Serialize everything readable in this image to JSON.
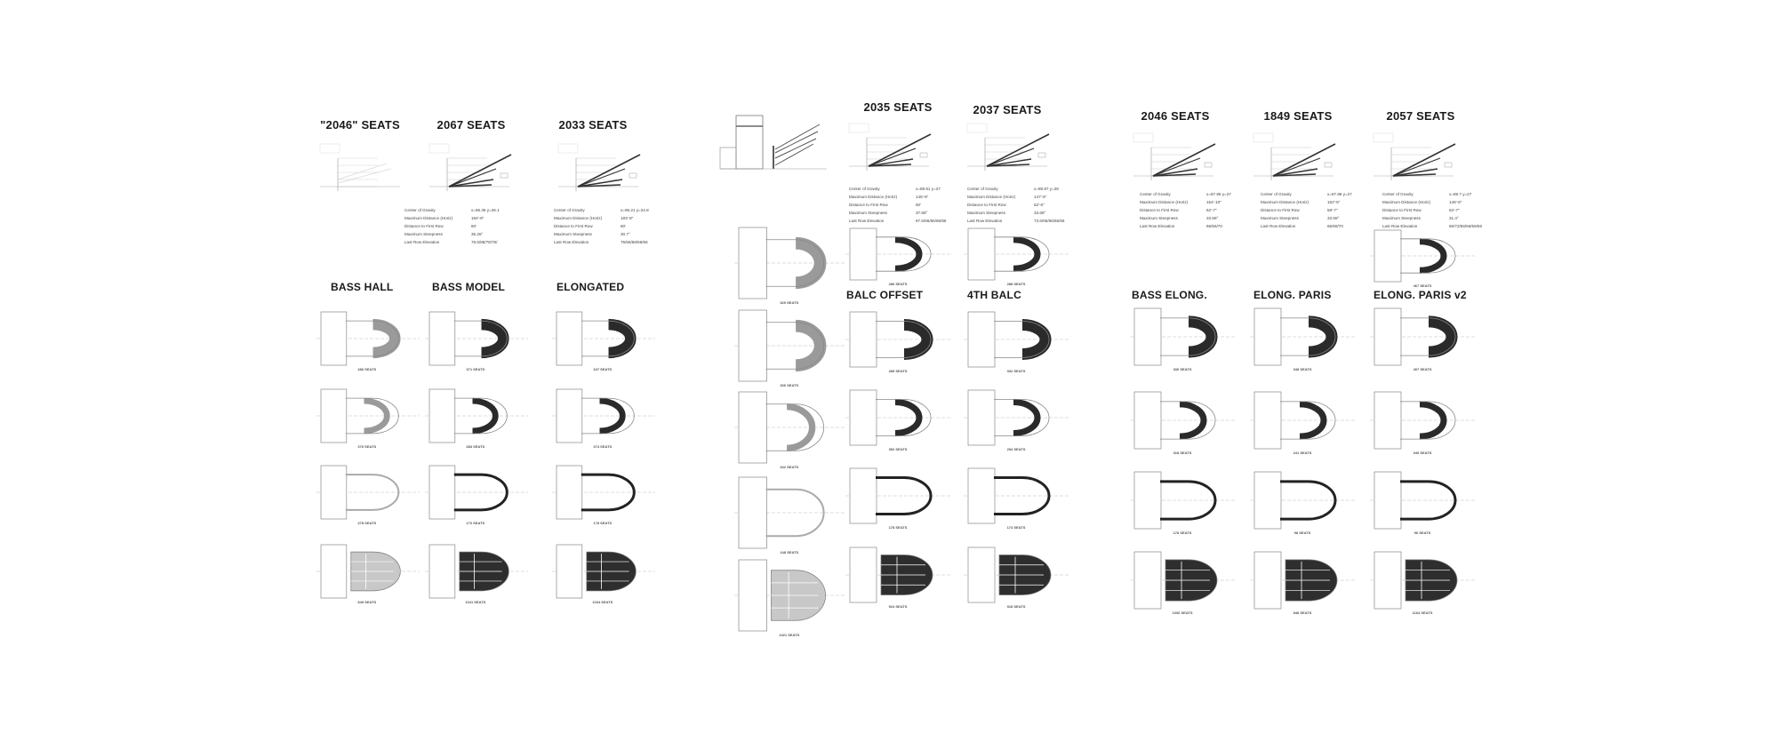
{
  "sheet": {
    "stat_labels": [
      "Center of Gravity",
      "Maximum Distance (Horiz)",
      "Distance to First Row",
      "Maximum Steepness",
      "Last Row Elevation"
    ],
    "columns": [
      {
        "title": "\"2046\" SEATS",
        "section": "faint",
        "stats": [],
        "top_plan": null,
        "subtitle": "BASS HALL",
        "plan_shade": "light",
        "plans": [
          "386 SEATS",
          "376 SEATS",
          "378 SEATS",
          "849 SEATS"
        ]
      },
      {
        "title": "2067 SEATS",
        "section": "rake",
        "stats": [
          "x=96.36   y=26.1",
          "184'-8\"",
          "60'",
          "35.26°",
          "78.6/88/78/78/"
        ],
        "top_plan": null,
        "subtitle": "BASS MODEL",
        "plan_shade": "dark",
        "plans": [
          "371 SEATS",
          "383 SEATS",
          "170 SEATS",
          "1041 SEATS"
        ]
      },
      {
        "title": "2033 SEATS",
        "section": "rake",
        "stats": [
          "x=96.21   y=24.8",
          "183'-8\"",
          "60'",
          "30.7°",
          "75/66/66/66/66"
        ],
        "top_plan": null,
        "subtitle": "ELONGATED",
        "plan_shade": "dark",
        "plans": [
          "347 SEATS",
          "374 SEATS",
          "178 SEATS",
          "1034 SEATS"
        ]
      },
      {
        "title": "",
        "section": "long",
        "stats": [],
        "top_plan": "329 SEATS",
        "subtitle": "",
        "plan_shade": "light",
        "plans": [
          "336 SEATS",
          "342 SEATS",
          "148 SEATS",
          "1021 SEATS"
        ]
      },
      {
        "title": "2035 SEATS",
        "section": "rake",
        "stats": [
          "x=89.91   y=27",
          "145'-6\"",
          "60'",
          "37.68°",
          "87.6/66/66/66/66"
        ],
        "top_plan": "286 SEATS",
        "subtitle": "BALC  OFFSET",
        "plan_shade": "dark",
        "plans": [
          "289 SEATS",
          "352 SEATS",
          "178 SEATS",
          "924 SEATS"
        ]
      },
      {
        "title": "2037 SEATS",
        "section": "rake",
        "stats": [
          "x=89.97   y=28",
          "147'-5\"",
          "62'-6\"",
          "33.68°",
          "73.6/66/66/66/66"
        ],
        "top_plan": "288 SEATS",
        "subtitle": "4TH BALC",
        "plan_shade": "dark",
        "plans": [
          "332 SEATS",
          "294 SEATS",
          "174 SEATS",
          "918 SEATS"
        ]
      },
      {
        "title": "2046 SEATS",
        "section": "rake",
        "stats": [
          "x=87.86   y=27",
          "154'-10\"",
          "62'-7\"",
          "33.68°",
          "66/66/70"
        ],
        "top_plan": null,
        "subtitle": "BASS ELONG.",
        "plan_shade": "dark",
        "plans": [
          "330 SEATS",
          "318 SEATS",
          "178 SEATS",
          "1030 SEATS"
        ]
      },
      {
        "title": "1849 SEATS",
        "section": "rake",
        "stats": [
          "x=87.88   y=27",
          "152'-5\"",
          "58'-7\"",
          "33.68°",
          "66/66/70"
        ],
        "top_plan": null,
        "subtitle": "ELONG. PARIS",
        "plan_shade": "dark",
        "plans": [
          "348 SEATS",
          "241 SEATS",
          "98 SEATS",
          "848 SEATS"
        ]
      },
      {
        "title": "2057 SEATS",
        "section": "rake",
        "stats": [
          "x=89.7   y=27",
          "146'-6\"",
          "62'-7\"",
          "31.4°",
          "66/72/66/66/66/66"
        ],
        "top_plan": "467 SEATS",
        "subtitle": "ELONG. PARIS v2",
        "plan_shade": "dark",
        "plans": [
          "407 SEATS",
          "349 SEATS",
          "96 SEATS",
          "1164 SEATS"
        ]
      }
    ]
  }
}
